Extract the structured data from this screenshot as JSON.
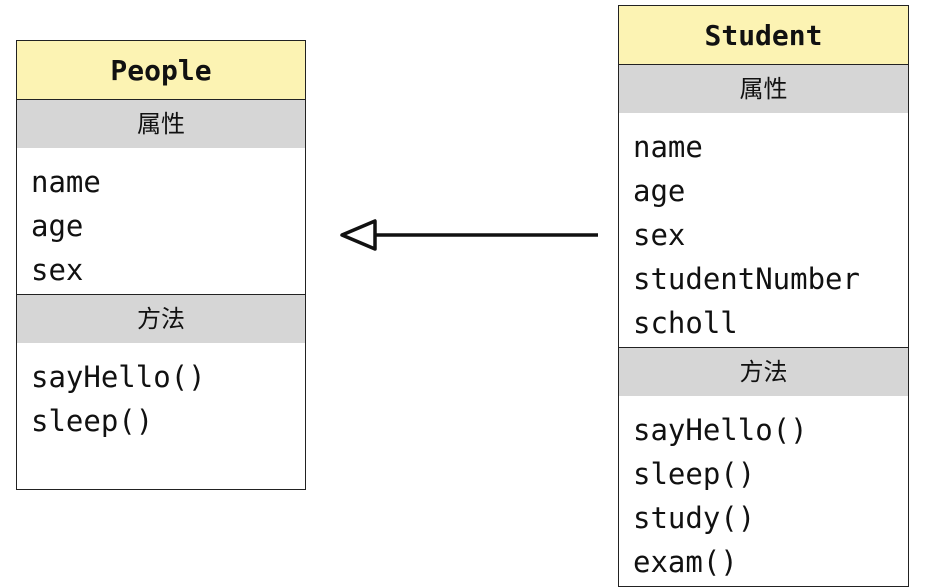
{
  "people": {
    "title": "People",
    "attributes_header": "属性",
    "attributes": [
      "name",
      "age",
      "sex"
    ],
    "methods_header": "方法",
    "methods": [
      "sayHello()",
      "sleep()"
    ]
  },
  "student": {
    "title": "Student",
    "attributes_header": "属性",
    "attributes": [
      "name",
      "age",
      "sex",
      "studentNumber",
      "scholl"
    ],
    "methods_header": "方法",
    "methods": [
      "sayHello()",
      "sleep()",
      "study()",
      "exam()"
    ]
  },
  "relationship": {
    "type": "inheritance",
    "from": "Student",
    "to": "People"
  },
  "colors": {
    "title_fill": "#fcf3b3",
    "section_fill": "#d6d6d6",
    "border": "#222222"
  }
}
